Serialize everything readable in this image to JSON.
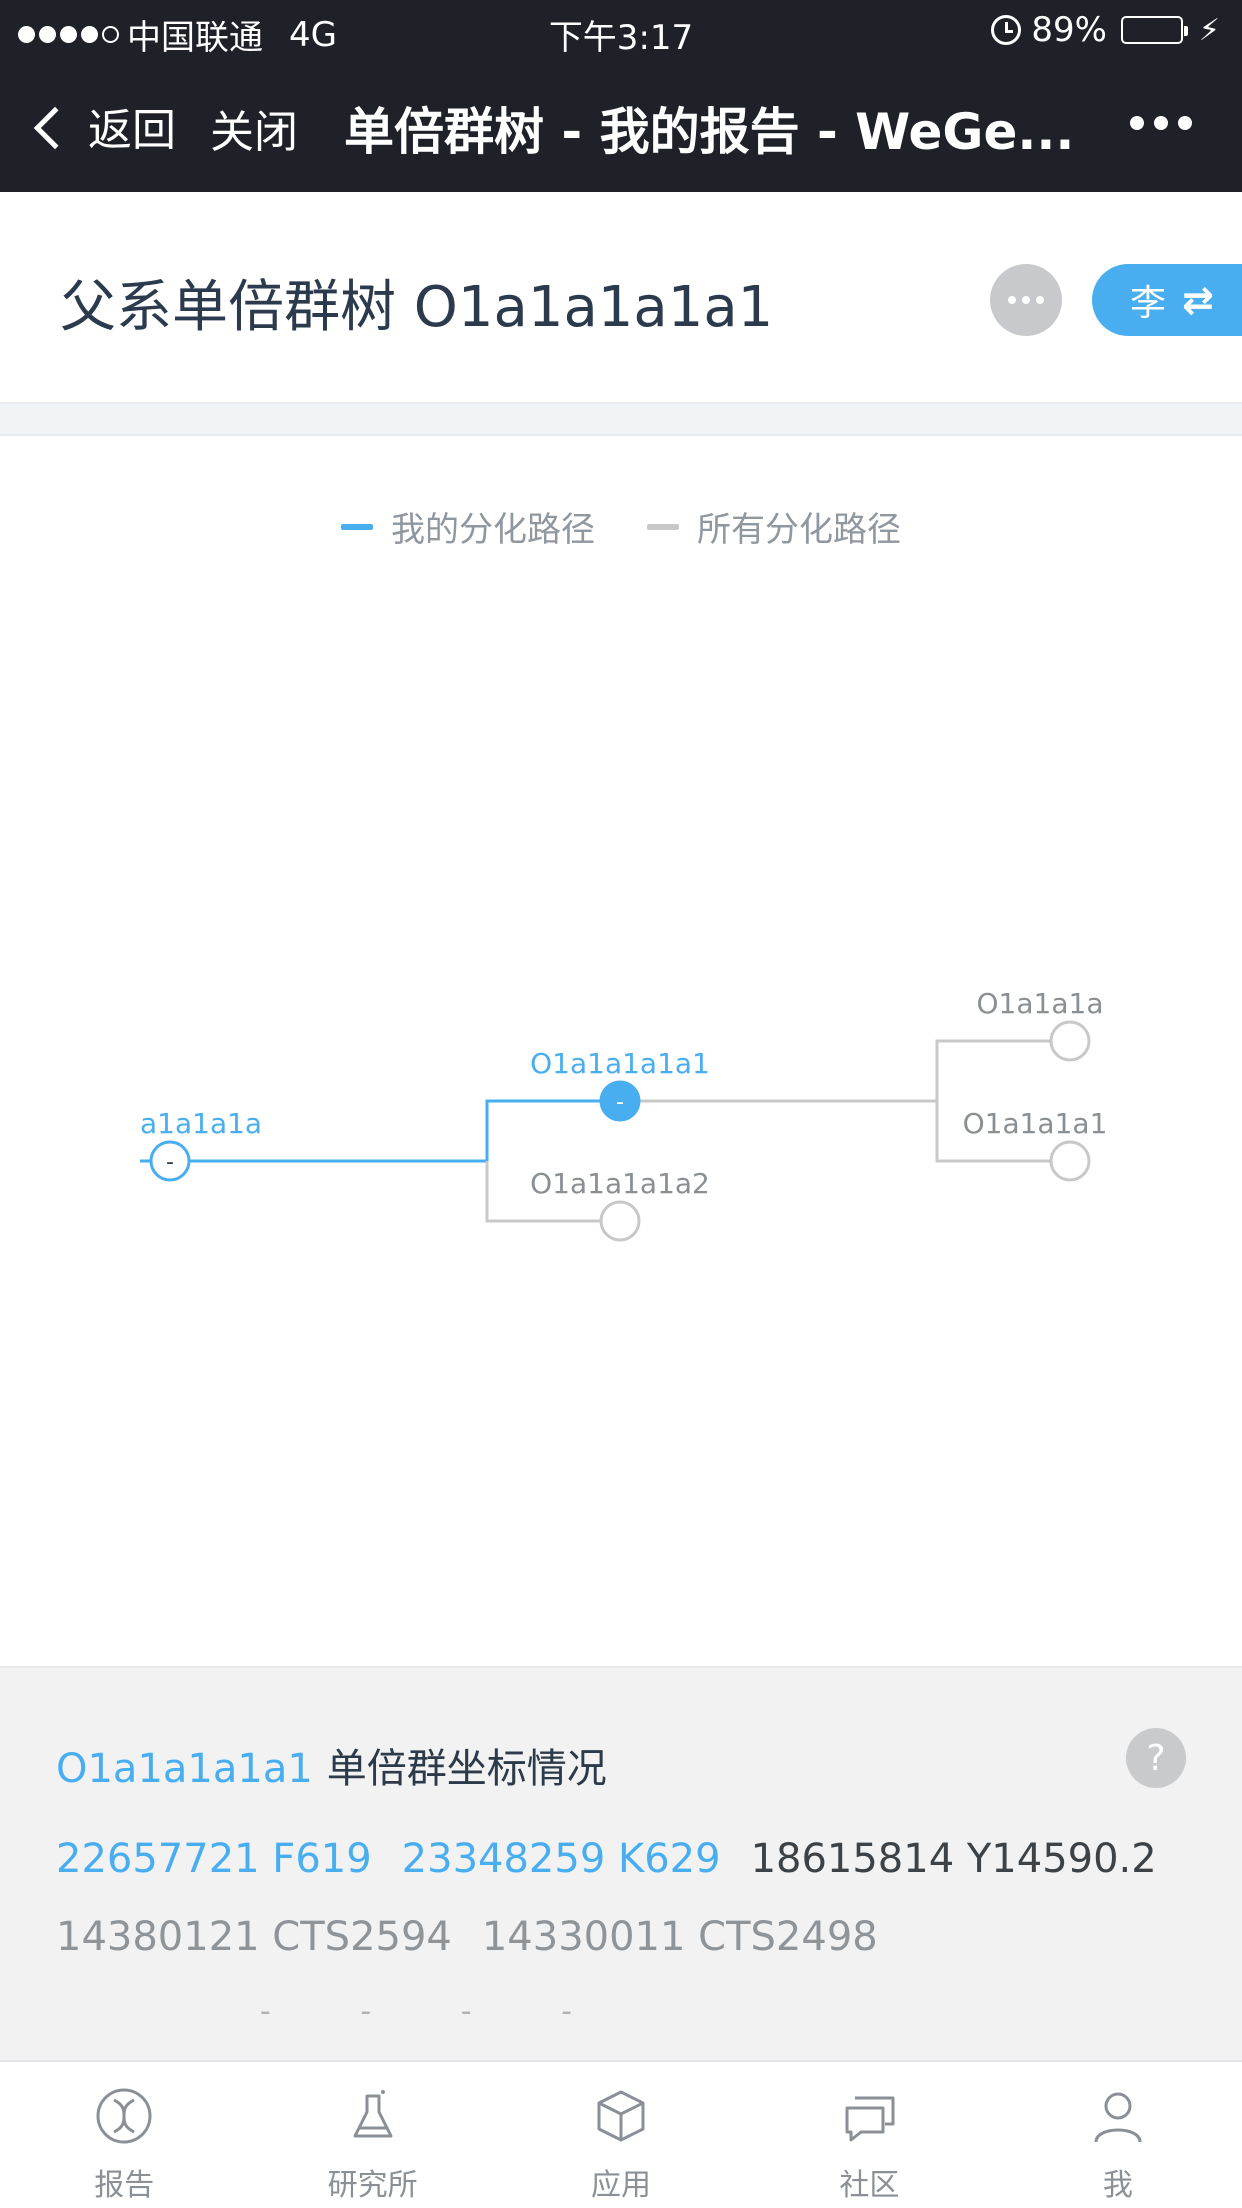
{
  "status_bar": {
    "carrier": "中国联通",
    "network": "4G",
    "time": "下午3:17",
    "battery_text": "89%",
    "battery_level": 0.89
  },
  "nav": {
    "back_label": "返回",
    "close_label": "关闭",
    "title": "单倍群树 - 我的报告 - WeGe..."
  },
  "header": {
    "title": "父系单倍群树 O1a1a1a1a1",
    "user_initial": "李"
  },
  "legend": {
    "mine": "我的分化路径",
    "all": "所有分化路径"
  },
  "colors": {
    "accent": "#49aef0",
    "inactive": "#c8c8c8",
    "dark_bar": "#1f2129"
  },
  "tree": {
    "nodes": [
      {
        "id": "parent",
        "label": "a1a1a1a",
        "active": true,
        "collapsible": true
      },
      {
        "id": "current",
        "label": "O1a1a1a1a1",
        "active": true,
        "collapsible": true
      },
      {
        "id": "sibling",
        "label": "O1a1a1a1a2",
        "active": false,
        "collapsible": false
      },
      {
        "id": "child1",
        "label": "O1a1a1a",
        "active": false,
        "collapsible": false
      },
      {
        "id": "child2",
        "label": "O1a1a1a1",
        "active": false,
        "collapsible": false
      }
    ],
    "toggle_symbol": "-"
  },
  "info": {
    "haplogroup": "O1a1a1a1a1",
    "title_rest": "单倍群坐标情况",
    "help_symbol": "?",
    "snps_row1": [
      {
        "text": "22657721 F619",
        "style": "active"
      },
      {
        "text": "23348259 K629",
        "style": "active"
      },
      {
        "text": "18615814 Y14590.2",
        "style": "dark"
      }
    ],
    "snps_row2": [
      {
        "text": "14380121 CTS2594",
        "style": "muted"
      },
      {
        "text": "14330011 CTS2498",
        "style": "muted"
      }
    ],
    "faded": "- - - -"
  },
  "tabs": [
    {
      "label": "报告",
      "icon": "dna-icon"
    },
    {
      "label": "研究所",
      "icon": "flask-icon"
    },
    {
      "label": "应用",
      "icon": "cube-icon"
    },
    {
      "label": "社区",
      "icon": "chat-icon"
    },
    {
      "label": "我",
      "icon": "person-icon"
    }
  ]
}
